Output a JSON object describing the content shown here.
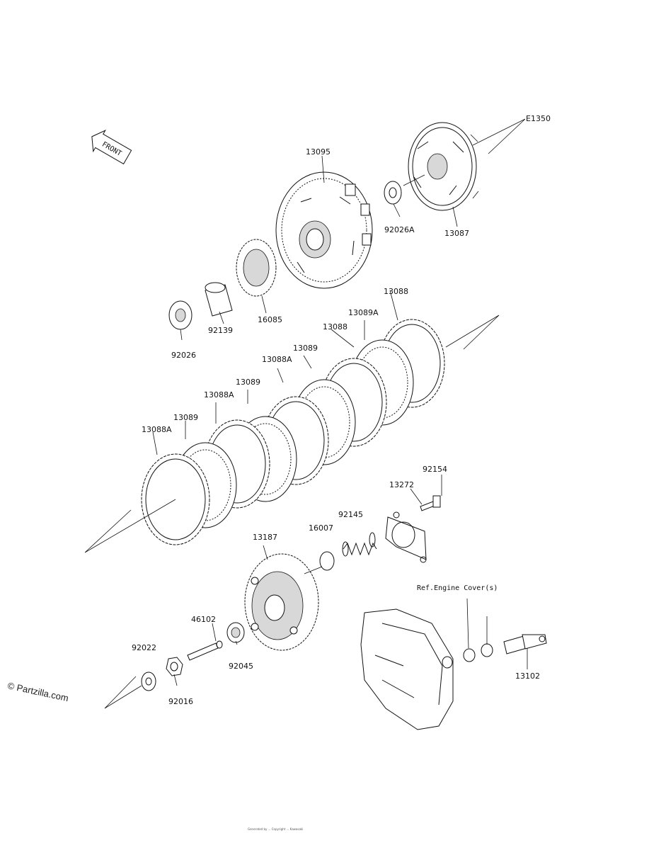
{
  "diagram_code": "E1350",
  "front_label": "FRONT",
  "reference_note": "Ref.Engine Cover(s)",
  "watermark": "© Partzilla.com",
  "footer_text": "Generated by ... Copyright ... Kawasaki",
  "parts": [
    {
      "id": "p13095",
      "number": "13095"
    },
    {
      "id": "p92026A",
      "number": "92026A"
    },
    {
      "id": "p13087",
      "number": "13087"
    },
    {
      "id": "p16085",
      "number": "16085"
    },
    {
      "id": "p92139",
      "number": "92139"
    },
    {
      "id": "p92026",
      "number": "92026"
    },
    {
      "id": "p13088_top",
      "number": "13088"
    },
    {
      "id": "p13089A",
      "number": "13089A"
    },
    {
      "id": "p13088_b",
      "number": "13088"
    },
    {
      "id": "p13089_a",
      "number": "13089"
    },
    {
      "id": "p13088A_a",
      "number": "13088A"
    },
    {
      "id": "p13089_b",
      "number": "13089"
    },
    {
      "id": "p13088A_b",
      "number": "13088A"
    },
    {
      "id": "p13089_c",
      "number": "13089"
    },
    {
      "id": "p13088A_c",
      "number": "13088A"
    },
    {
      "id": "p92154",
      "number": "92154"
    },
    {
      "id": "p13272",
      "number": "13272"
    },
    {
      "id": "p92145",
      "number": "92145"
    },
    {
      "id": "p16007",
      "number": "16007"
    },
    {
      "id": "p13187",
      "number": "13187"
    },
    {
      "id": "p46102",
      "number": "46102"
    },
    {
      "id": "p92045",
      "number": "92045"
    },
    {
      "id": "p92022",
      "number": "92022"
    },
    {
      "id": "p92016",
      "number": "92016"
    },
    {
      "id": "p13102",
      "number": "13102"
    }
  ]
}
